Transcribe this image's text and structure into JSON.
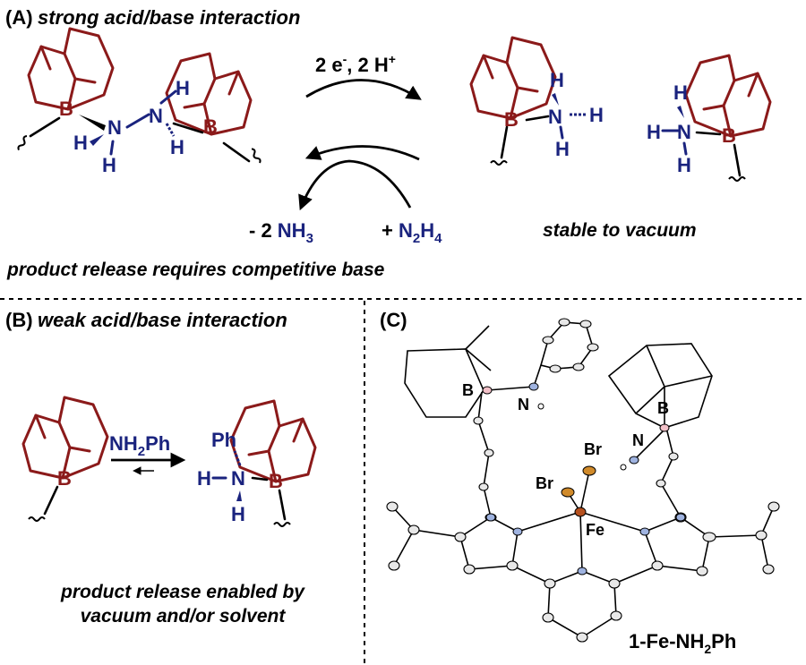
{
  "panel_a": {
    "tag": "(A)",
    "title": "strong acid/base interaction",
    "forward_reagent_main": "2 e",
    "forward_reagent_sup1": "-",
    "forward_reagent_mid": ", 2 H",
    "forward_reagent_sup2": "+",
    "byproduct_prefix": "- 2 ",
    "byproduct_main": "NH",
    "byproduct_sub": "3",
    "reactant_prefix": "+ ",
    "reactant_n": "N",
    "reactant_sub1": "2",
    "reactant_h": "H",
    "reactant_sub2": "4",
    "stable_note": "stable to vacuum",
    "footer": "product release requires competitive base"
  },
  "panel_b": {
    "tag": "(B)",
    "title": "weak acid/base interaction",
    "reagent_main": "NH",
    "reagent_sub": "2",
    "reagent_tail": "Ph",
    "product_ph": "Ph",
    "footer_line1": "product release enabled by",
    "footer_line2": "vacuum and/or solvent"
  },
  "panel_c": {
    "tag": "(C)",
    "compound_main": "1-Fe-NH",
    "compound_sub": "2",
    "compound_tail": "Ph",
    "atom_labels": {
      "b1": "B",
      "n1": "N",
      "b2": "B",
      "n2": "N",
      "br1": "Br",
      "br2": "Br",
      "fe": "Fe"
    }
  },
  "atoms": {
    "boron": "B",
    "nitrogen": "N",
    "hydrogen": "H"
  },
  "colors": {
    "boron": "#8b1a1a",
    "nitrogen": "#1a237e",
    "text": "#000000"
  }
}
